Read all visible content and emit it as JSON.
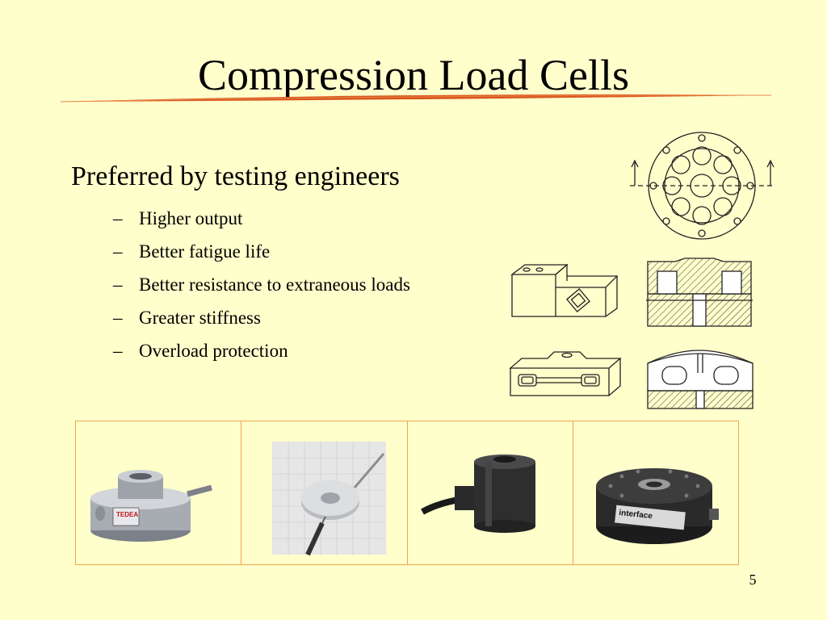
{
  "slide": {
    "title": "Compression Load Cells",
    "main_point": "Preferred by testing engineers",
    "sub_points": [
      "Higher output",
      "Better fatigue life",
      "Better resistance to extraneous loads",
      "Greater stiffness",
      "Overload protection"
    ],
    "dash": "–",
    "page_number": "5",
    "photo_labels": {
      "brand_tedea": "TEDEA",
      "brand_interface": "interface"
    }
  },
  "colors": {
    "background": "#ffffcc",
    "rule_accent": "#d9561c",
    "table_border": "#f0a64a"
  }
}
